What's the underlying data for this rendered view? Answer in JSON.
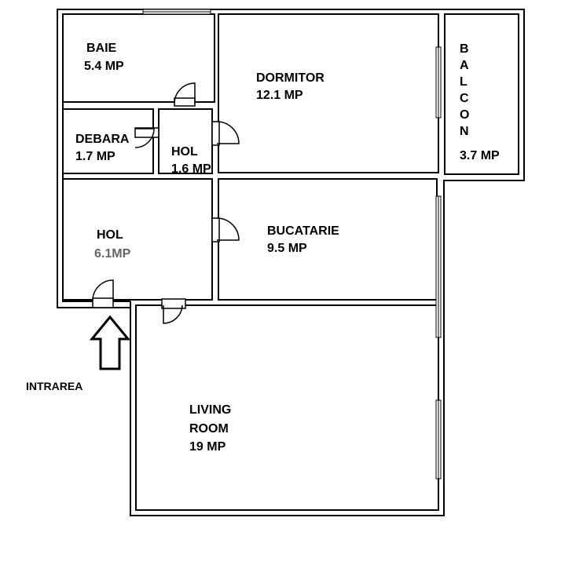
{
  "rooms": {
    "baie": {
      "name": "BAIE",
      "area": "5.4 MP"
    },
    "debara": {
      "name": "DEBARA",
      "area": "1.7 MP"
    },
    "hol_small": {
      "name": "HOL",
      "area": "1.6 MP"
    },
    "hol_main": {
      "name": "HOL",
      "area": "6.1MP"
    },
    "dormitor": {
      "name": "DORMITOR",
      "area": "12.1 MP"
    },
    "balcon": {
      "letters": [
        "B",
        "A",
        "L",
        "C",
        "O",
        "N"
      ],
      "area": "3.7 MP"
    },
    "bucatarie": {
      "name": "BUCATARIE",
      "area": "9.5 MP"
    },
    "living": {
      "name_line1": "LIVING",
      "name_line2": "ROOM",
      "area": "19 MP"
    }
  },
  "entrance": {
    "label": "INTRAREA",
    "icon": "arrow-up-icon"
  },
  "colors": {
    "wall": "#000000",
    "background": "#ffffff",
    "faded_text": "#666666"
  }
}
